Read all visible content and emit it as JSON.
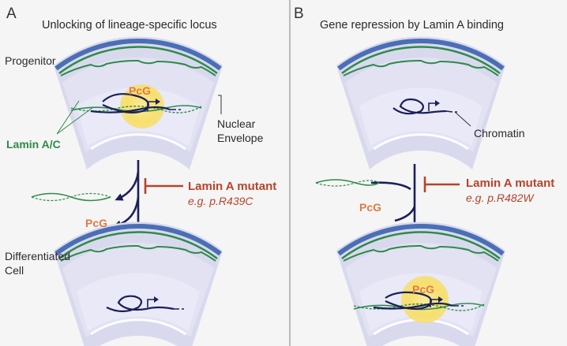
{
  "panel_a": {
    "letter": "A",
    "title": "Unlocking of lineage-specific locus",
    "progenitor_label": "Progenitor",
    "pcg_label": "PcG",
    "lamin_label": "Lamin A/C",
    "nuclear_label_line1": "Nuclear",
    "nuclear_label_line2": "Envelope",
    "pcg_released_label": "PcG",
    "mutant_label": "Lamin A mutant",
    "mutant_example": "e.g. p.R439C",
    "differentiated_line1": "Differentiated",
    "differentiated_line2": "Cell"
  },
  "panel_b": {
    "letter": "B",
    "title": "Gene repression by Lamin A binding",
    "chromatin_label": "Chromatin",
    "pcg_arrow_label": "PcG",
    "mutant_label": "Lamin A mutant",
    "mutant_example": "e.g. p.R482W",
    "pcg_bottom_label": "PcG"
  },
  "colors": {
    "envelope_blue": "#4a6fb5",
    "lamina_green": "#2f8a4a",
    "nucleus_lavender": "#dcdcf0",
    "pcg_glow": "#f7e27a",
    "chromatin": "#1c1f5a",
    "pcg_orange": "#e07a45",
    "mutant_red": "#b5442a"
  }
}
